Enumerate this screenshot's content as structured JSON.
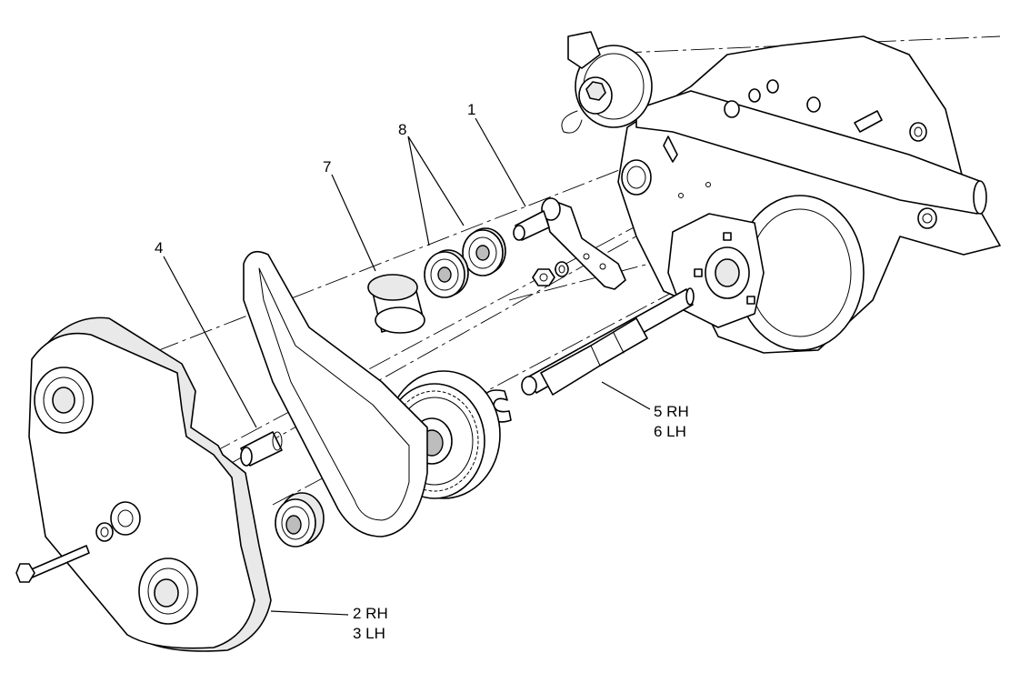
{
  "callouts": {
    "c1": "1",
    "c2_rh": "2 RH",
    "c3_lh": "3 LH",
    "c4": "4",
    "c5_rh": "5 RH",
    "c6_lh": "6 LH",
    "c7": "7",
    "c8": "8"
  }
}
